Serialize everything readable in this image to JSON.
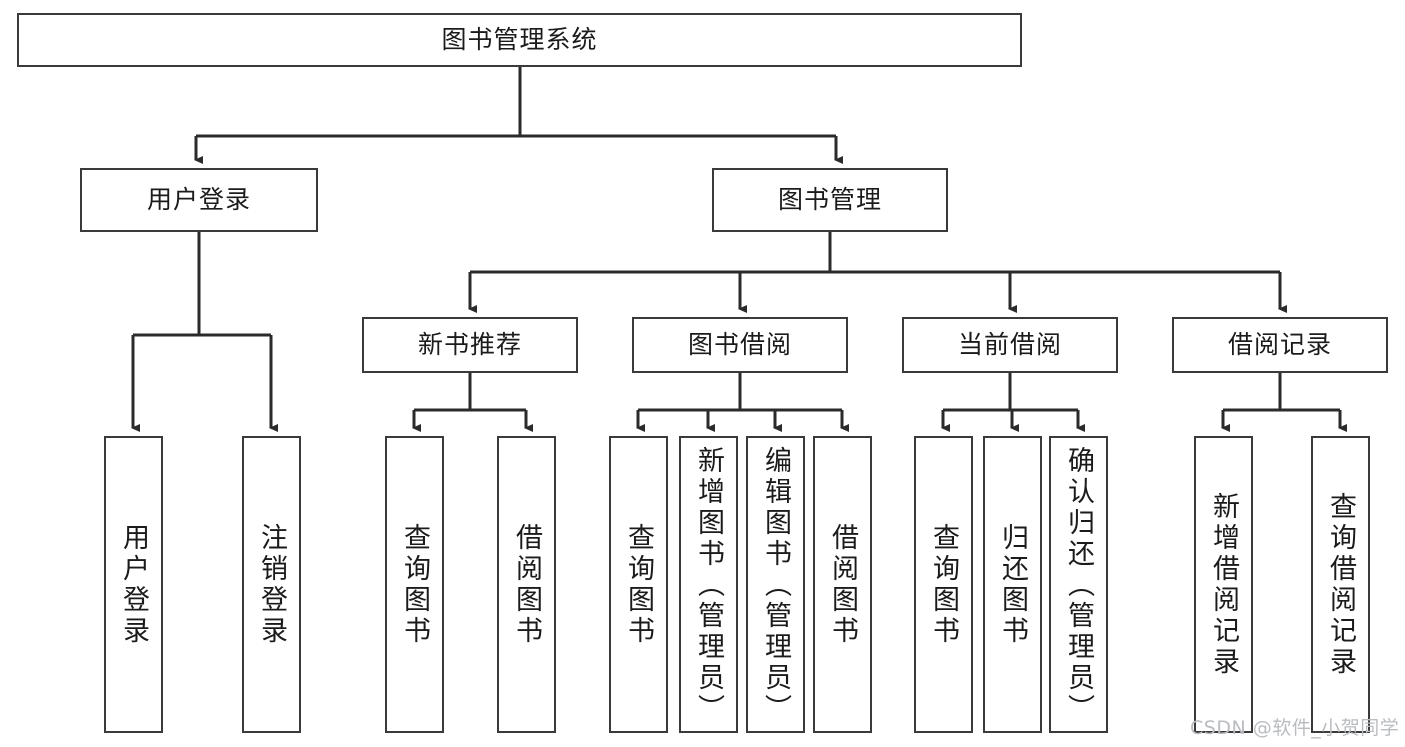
{
  "diagram": {
    "title": "图书管理系统",
    "type": "hierarchy-tree",
    "watermark": "CSDN @软件_小贺同学",
    "colors": {
      "box_border": "#3a3a3a",
      "box_fill": "#ffffff",
      "edge": "#2b2b2b",
      "text": "#1b1b1b",
      "watermark": "#b9bcc0",
      "background": "#ffffff"
    },
    "levels": {
      "level0": [
        {
          "id": "root",
          "label": "图书管理系统",
          "orientation": "horizontal"
        }
      ],
      "level1": [
        {
          "id": "user-login",
          "label": "用户登录",
          "orientation": "horizontal",
          "parent": "root"
        },
        {
          "id": "book-management",
          "label": "图书管理",
          "orientation": "horizontal",
          "parent": "root"
        }
      ],
      "level2": [
        {
          "id": "new-book-recommend",
          "label": "新书推荐",
          "orientation": "horizontal",
          "parent": "book-management"
        },
        {
          "id": "book-borrow",
          "label": "图书借阅",
          "orientation": "horizontal",
          "parent": "book-management"
        },
        {
          "id": "current-borrow",
          "label": "当前借阅",
          "orientation": "horizontal",
          "parent": "book-management"
        },
        {
          "id": "borrow-record",
          "label": "借阅记录",
          "orientation": "horizontal",
          "parent": "book-management"
        }
      ],
      "level3": [
        {
          "id": "leaf-user-login",
          "label": "用户登录",
          "orientation": "vertical",
          "parent": "user-login"
        },
        {
          "id": "leaf-logout-login",
          "label": "注销登录",
          "orientation": "vertical",
          "parent": "user-login"
        },
        {
          "id": "leaf-query-book-1",
          "label": "查询图书",
          "orientation": "vertical",
          "parent": "new-book-recommend"
        },
        {
          "id": "leaf-borrow-book-1",
          "label": "借阅图书",
          "orientation": "vertical",
          "parent": "new-book-recommend"
        },
        {
          "id": "leaf-query-book-2",
          "label": "查询图书",
          "orientation": "vertical",
          "parent": "book-borrow"
        },
        {
          "id": "leaf-add-book-admin",
          "label": "新增图书（管理员）",
          "orientation": "vertical",
          "parent": "book-borrow"
        },
        {
          "id": "leaf-edit-book-admin",
          "label": "编辑图书（管理员）",
          "orientation": "vertical",
          "parent": "book-borrow"
        },
        {
          "id": "leaf-borrow-book-2",
          "label": "借阅图书",
          "orientation": "vertical",
          "parent": "book-borrow"
        },
        {
          "id": "leaf-query-book-3",
          "label": "查询图书",
          "orientation": "vertical",
          "parent": "current-borrow"
        },
        {
          "id": "leaf-return-book",
          "label": "归还图书",
          "orientation": "vertical",
          "parent": "current-borrow"
        },
        {
          "id": "leaf-confirm-return-admin",
          "label": "确认归还（管理员）",
          "orientation": "vertical",
          "parent": "current-borrow"
        },
        {
          "id": "leaf-add-borrow-record",
          "label": "新增借阅记录",
          "orientation": "vertical",
          "parent": "borrow-record"
        },
        {
          "id": "leaf-query-borrow-record",
          "label": "查询借阅记录",
          "orientation": "vertical",
          "parent": "borrow-record"
        }
      ]
    }
  }
}
